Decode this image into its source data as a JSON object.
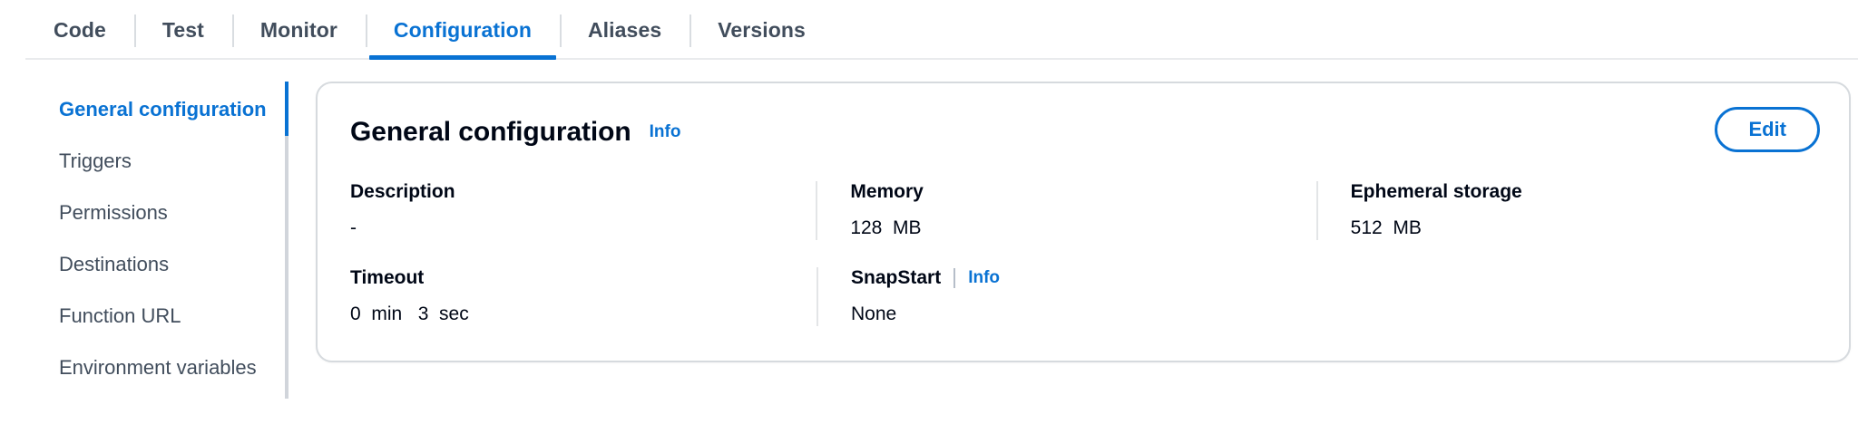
{
  "tabs": [
    {
      "label": "Code",
      "active": false
    },
    {
      "label": "Test",
      "active": false
    },
    {
      "label": "Monitor",
      "active": false
    },
    {
      "label": "Configuration",
      "active": true
    },
    {
      "label": "Aliases",
      "active": false
    },
    {
      "label": "Versions",
      "active": false
    }
  ],
  "sidenav": {
    "items": [
      {
        "label": "General configuration",
        "active": true
      },
      {
        "label": "Triggers",
        "active": false
      },
      {
        "label": "Permissions",
        "active": false
      },
      {
        "label": "Destinations",
        "active": false
      },
      {
        "label": "Function URL",
        "active": false
      },
      {
        "label": "Environment variables",
        "active": false
      }
    ]
  },
  "card": {
    "title": "General configuration",
    "info_label": "Info",
    "edit_label": "Edit",
    "rows": [
      [
        {
          "label": "Description",
          "value": "-",
          "info": null
        },
        {
          "label": "Memory",
          "value": "128  MB",
          "info": null
        },
        {
          "label": "Ephemeral storage",
          "value": "512  MB",
          "info": null
        }
      ],
      [
        {
          "label": "Timeout",
          "value": "0  min   3  sec",
          "info": null
        },
        {
          "label": "SnapStart",
          "value": "None",
          "info": "Info"
        },
        {
          "label": "",
          "value": "",
          "info": null
        }
      ]
    ]
  },
  "colors": {
    "accent": "#0972d3",
    "text": "#000716",
    "muted": "#414d5c",
    "border": "#d6dade",
    "divider": "#e3e5e7"
  }
}
